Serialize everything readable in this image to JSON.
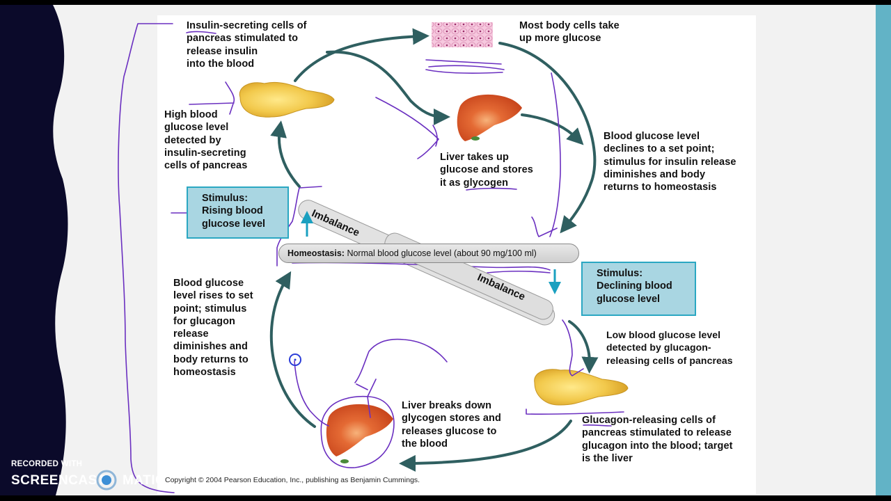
{
  "recording": {
    "line1": "RECORDED WITH",
    "brand_left": "SCREENCAST",
    "brand_right": "MATIC",
    "logo_icon": "record-circle-icon"
  },
  "diagram": {
    "top_left_caption": "Insulin-secreting cells of\npancreas stimulated to\nrelease insulin\ninto the blood",
    "top_right_caption": "Most body cells take\nup more glucose",
    "high_glucose_caption": "High blood\nglucose level\ndetected by\ninsulin-secreting\ncells of pancreas",
    "liver_stores_caption": "Liver takes up\nglucose and stores\nit as glycogen",
    "declines_caption": "Blood glucose level\ndeclines to a set point;\nstimulus for insulin release\ndiminishes and body\nreturns to homeostasis",
    "stimulus_rising": "Stimulus:\nRising blood\nglucose level",
    "stimulus_declining": "Stimulus:\nDeclining blood\nglucose level",
    "homeostasis_label": "Homeostasis:",
    "homeostasis_text": " Normal blood glucose level (about 90 mg/100 ml)",
    "imbalance_upper": "Imbalance",
    "imbalance_lower": "Imbalance",
    "rises_caption": "Blood glucose\nlevel rises to set\npoint; stimulus\nfor glucagon\nrelease\ndiminishes and\nbody returns to\nhomeostasis",
    "low_glucose_caption": "Low blood glucose level\ndetected by glucagon-\nreleasing cells of pancreas",
    "liver_breaks_caption": "Liver breaks down\nglycogen stores and\nreleases glucose to\nthe blood",
    "glucagon_caption": "Glucagon-releasing cells of\npancreas stimulated to release\nglucagon into the blood; target\nis the liver",
    "copyright": "Copyright © 2004 Pearson Education, Inc., publishing as Benjamin Cummings."
  },
  "colors": {
    "arrow": "#2f5f60",
    "annotation": "#6a2fc0",
    "stimulus_fill": "#a9d6e2",
    "stimulus_border": "#2aa7c2",
    "accent_bar": "#62b3c6",
    "liver": "#d9572a",
    "pancreas": "#f2c94c"
  }
}
